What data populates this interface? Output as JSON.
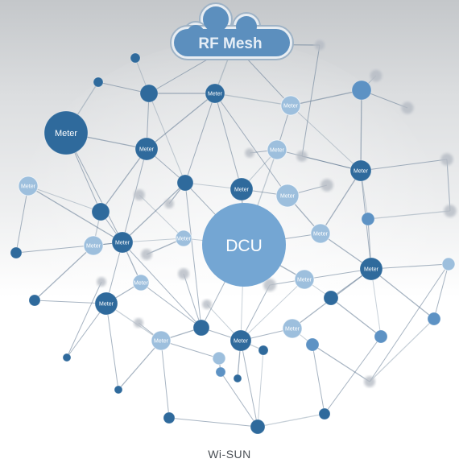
{
  "cloud": {
    "label": "RF Mesh"
  },
  "hub": {
    "label": "DCU"
  },
  "meter_label": "Meter",
  "caption": "Wi-SUN",
  "colors": {
    "dark_node": "#2f6a9c",
    "mid_node": "#5d92c4",
    "light_node": "#9dbfdd",
    "hub": "#74a6d3",
    "cloud": "#5c8fbe",
    "faint_node": "#b5bcc4",
    "edge": "#5f7790",
    "node_text": "#ffffff"
  }
}
